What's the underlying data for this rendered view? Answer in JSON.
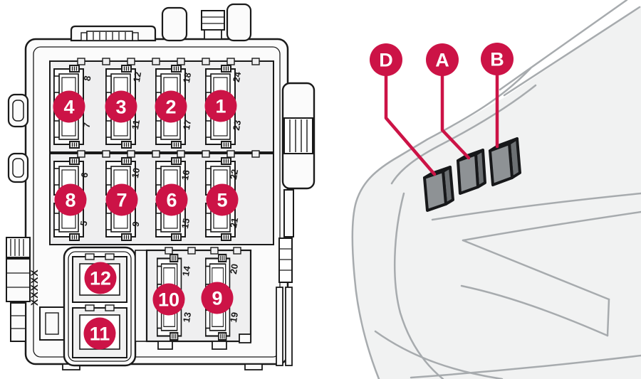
{
  "diagram_type": "vehicle-fuse-and-relay-location-diagram",
  "colors": {
    "accent_red": "#CC1346",
    "line_art": "#1A1A1A",
    "car_outline": "#A7ABAE",
    "car_body_fill": "#F1F2F2",
    "panel_fill": "#EFEFF0",
    "relay_front": "#8E9295",
    "relay_side": "#6C7073",
    "relay_top": "#83878A"
  },
  "fusebox": {
    "vertical_label": "XXXXX",
    "rows": [
      {
        "circles": [
          "4",
          "3",
          "2",
          "1"
        ],
        "slots_top": [
          "8",
          "12",
          "18",
          "24"
        ],
        "slots_bottom": [
          "7",
          "11",
          "17",
          "23"
        ]
      },
      {
        "circles": [
          "8",
          "7",
          "6",
          "5"
        ],
        "slots_top": [
          "6",
          "10",
          "16",
          "22"
        ],
        "slots_bottom": [
          "5",
          "9",
          "15",
          "21"
        ]
      }
    ],
    "bottom_left_circles": [
      "12",
      "11"
    ],
    "bottom_right": {
      "circles": [
        "10",
        "9"
      ],
      "slots_top": [
        "14",
        "20"
      ],
      "slots_bottom": [
        "13",
        "19"
      ]
    }
  },
  "car": {
    "markers": [
      "D",
      "A",
      "B"
    ]
  }
}
